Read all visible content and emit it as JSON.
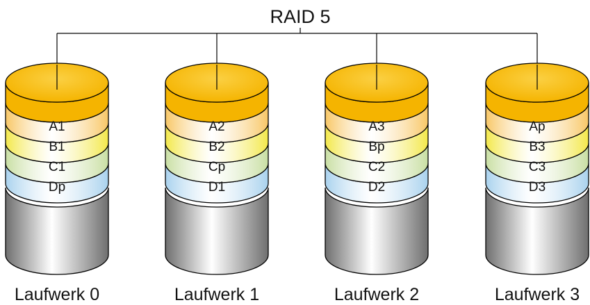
{
  "title": "RAID 5",
  "drives": [
    {
      "label": "Laufwerk 0",
      "segments": [
        "A1",
        "B1",
        "C1",
        "Dp"
      ]
    },
    {
      "label": "Laufwerk 1",
      "segments": [
        "A2",
        "B2",
        "Cp",
        "D1"
      ]
    },
    {
      "label": "Laufwerk 2",
      "segments": [
        "A3",
        "Bp",
        "C2",
        "D2"
      ]
    },
    {
      "label": "Laufwerk 3",
      "segments": [
        "Ap",
        "B3",
        "C3",
        "D3"
      ]
    }
  ],
  "colors": {
    "top": "#f5b400",
    "band_a": "#f8c766",
    "band_b": "#f3e84a",
    "band_c": "#c9dfa3",
    "band_d": "#a9d2ee",
    "base": "#8c8c8c",
    "outline": "#000000"
  }
}
